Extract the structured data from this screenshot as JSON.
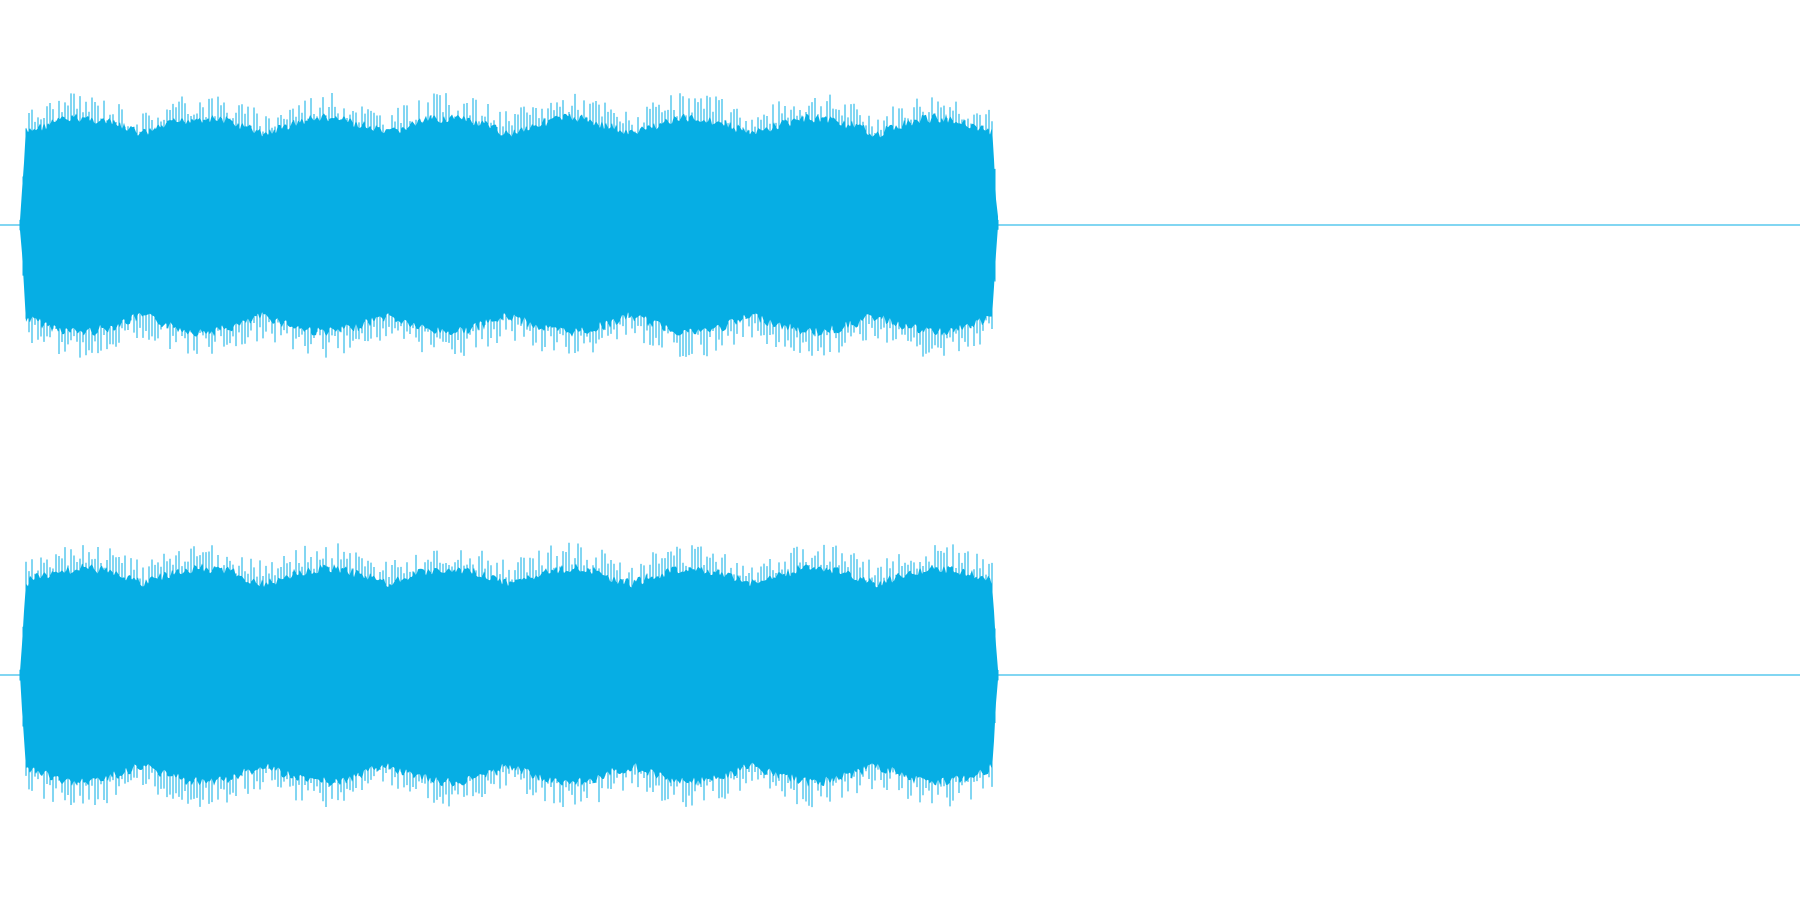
{
  "waveform": {
    "color": "#06aee4",
    "background": "#ffffff",
    "channels": [
      {
        "id": "left"
      },
      {
        "id": "right"
      }
    ],
    "active_portion": 0.545,
    "pulse_count": 8,
    "peak_level": 0.58,
    "trough_level": 0.32
  }
}
